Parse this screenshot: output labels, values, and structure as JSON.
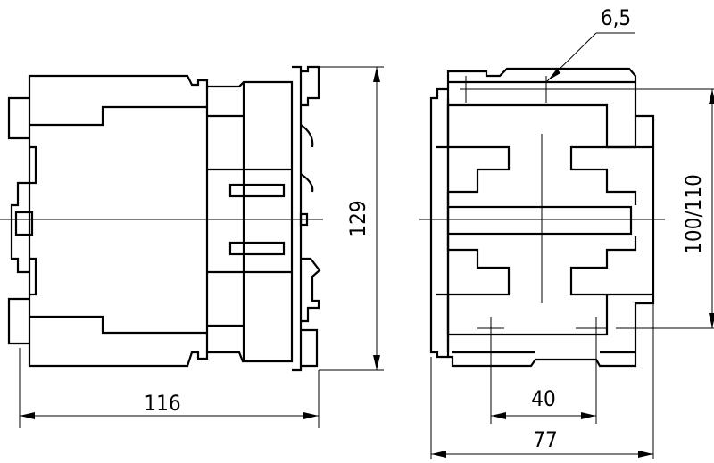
{
  "dimensions": {
    "width_side": "116",
    "height_side": "129",
    "pitch_top": "6,5",
    "height_front": "100/110",
    "hole_spacing": "40",
    "width_front": "77"
  }
}
